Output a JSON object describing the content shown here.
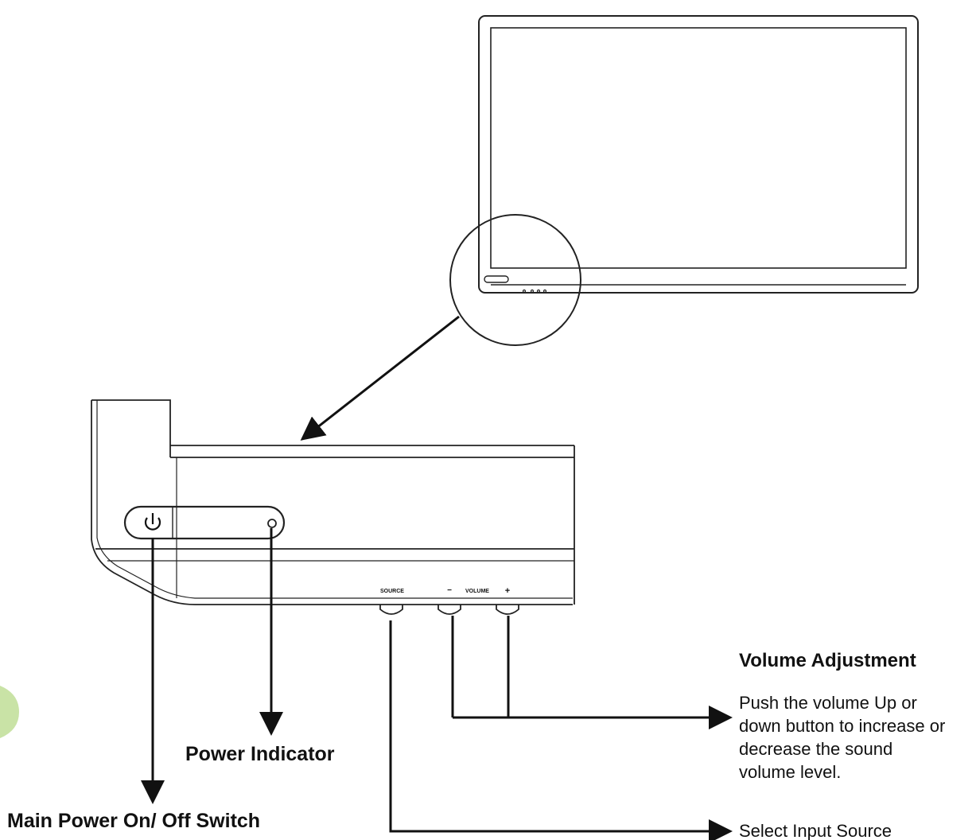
{
  "panel_labels": {
    "source": "SOURCE",
    "minus": "−",
    "volume": "VOLUME",
    "plus": "+"
  },
  "callouts": {
    "main_power": {
      "title": "Main Power On/ Off Switch"
    },
    "power_indicator": {
      "title": "Power Indicator"
    },
    "volume_adjustment": {
      "title": "Volume Adjustment",
      "description_lines": [
        "Push the volume Up or",
        "down button to increase or",
        "decrease the sound",
        "volume level."
      ]
    },
    "select_input": {
      "title": "Select Input Source"
    }
  },
  "colors": {
    "line": "#222222",
    "text": "#111111",
    "accent_green": "#c9e3a6"
  }
}
